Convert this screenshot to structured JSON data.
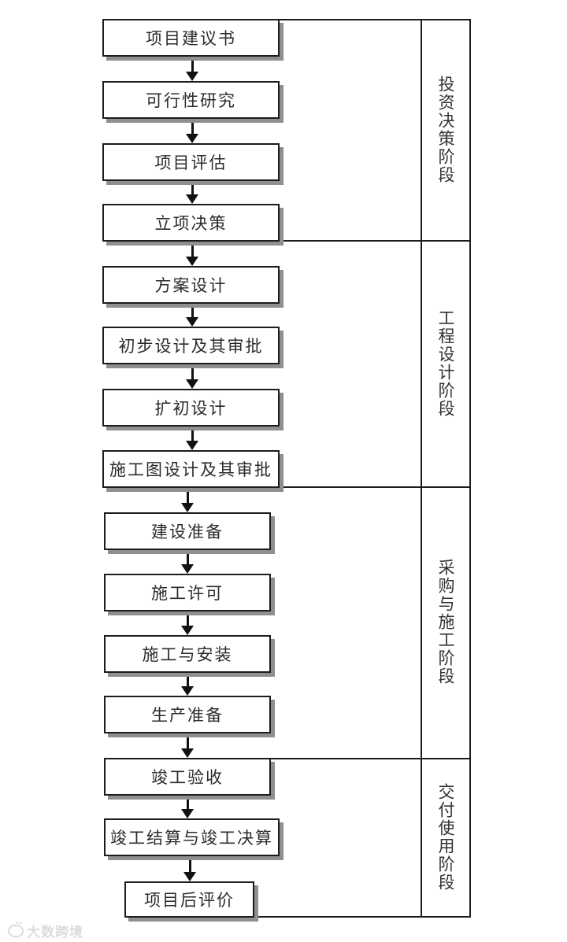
{
  "diagram": {
    "type": "flowchart",
    "direction": "top-to-bottom",
    "boxes": [
      {
        "label": "项目建议书"
      },
      {
        "label": "可行性研究"
      },
      {
        "label": "项目评估"
      },
      {
        "label": "立项决策"
      },
      {
        "label": "方案设计"
      },
      {
        "label": "初步设计及其审批"
      },
      {
        "label": "扩初设计"
      },
      {
        "label": "施工图设计及其审批"
      },
      {
        "label": "建设准备"
      },
      {
        "label": "施工许可"
      },
      {
        "label": "施工与安装"
      },
      {
        "label": "生产准备"
      },
      {
        "label": "竣工验收"
      },
      {
        "label": "竣工结算与竣工决算"
      },
      {
        "label": "项目后评价"
      }
    ],
    "connections": "each box flows to the next with a downward arrow",
    "phases": [
      {
        "label": "投资决策阶段",
        "box_start_index": 0,
        "box_end_index": 3
      },
      {
        "label": "工程设计阶段",
        "box_start_index": 4,
        "box_end_index": 7
      },
      {
        "label": "采购与施工阶段",
        "box_start_index": 8,
        "box_end_index": 11
      },
      {
        "label": "交付使用阶段",
        "box_start_index": 12,
        "box_end_index": 14
      }
    ]
  },
  "watermark": {
    "text": "大数跨境"
  },
  "colors": {
    "background": "#ffffff",
    "box_fill": "#ffffff",
    "box_border": "#1c1c1c",
    "box_shadow": "#8f8f8f",
    "line": "#1c1c1c",
    "text": "#2b2b2b",
    "watermark": "#dcdcdc"
  }
}
